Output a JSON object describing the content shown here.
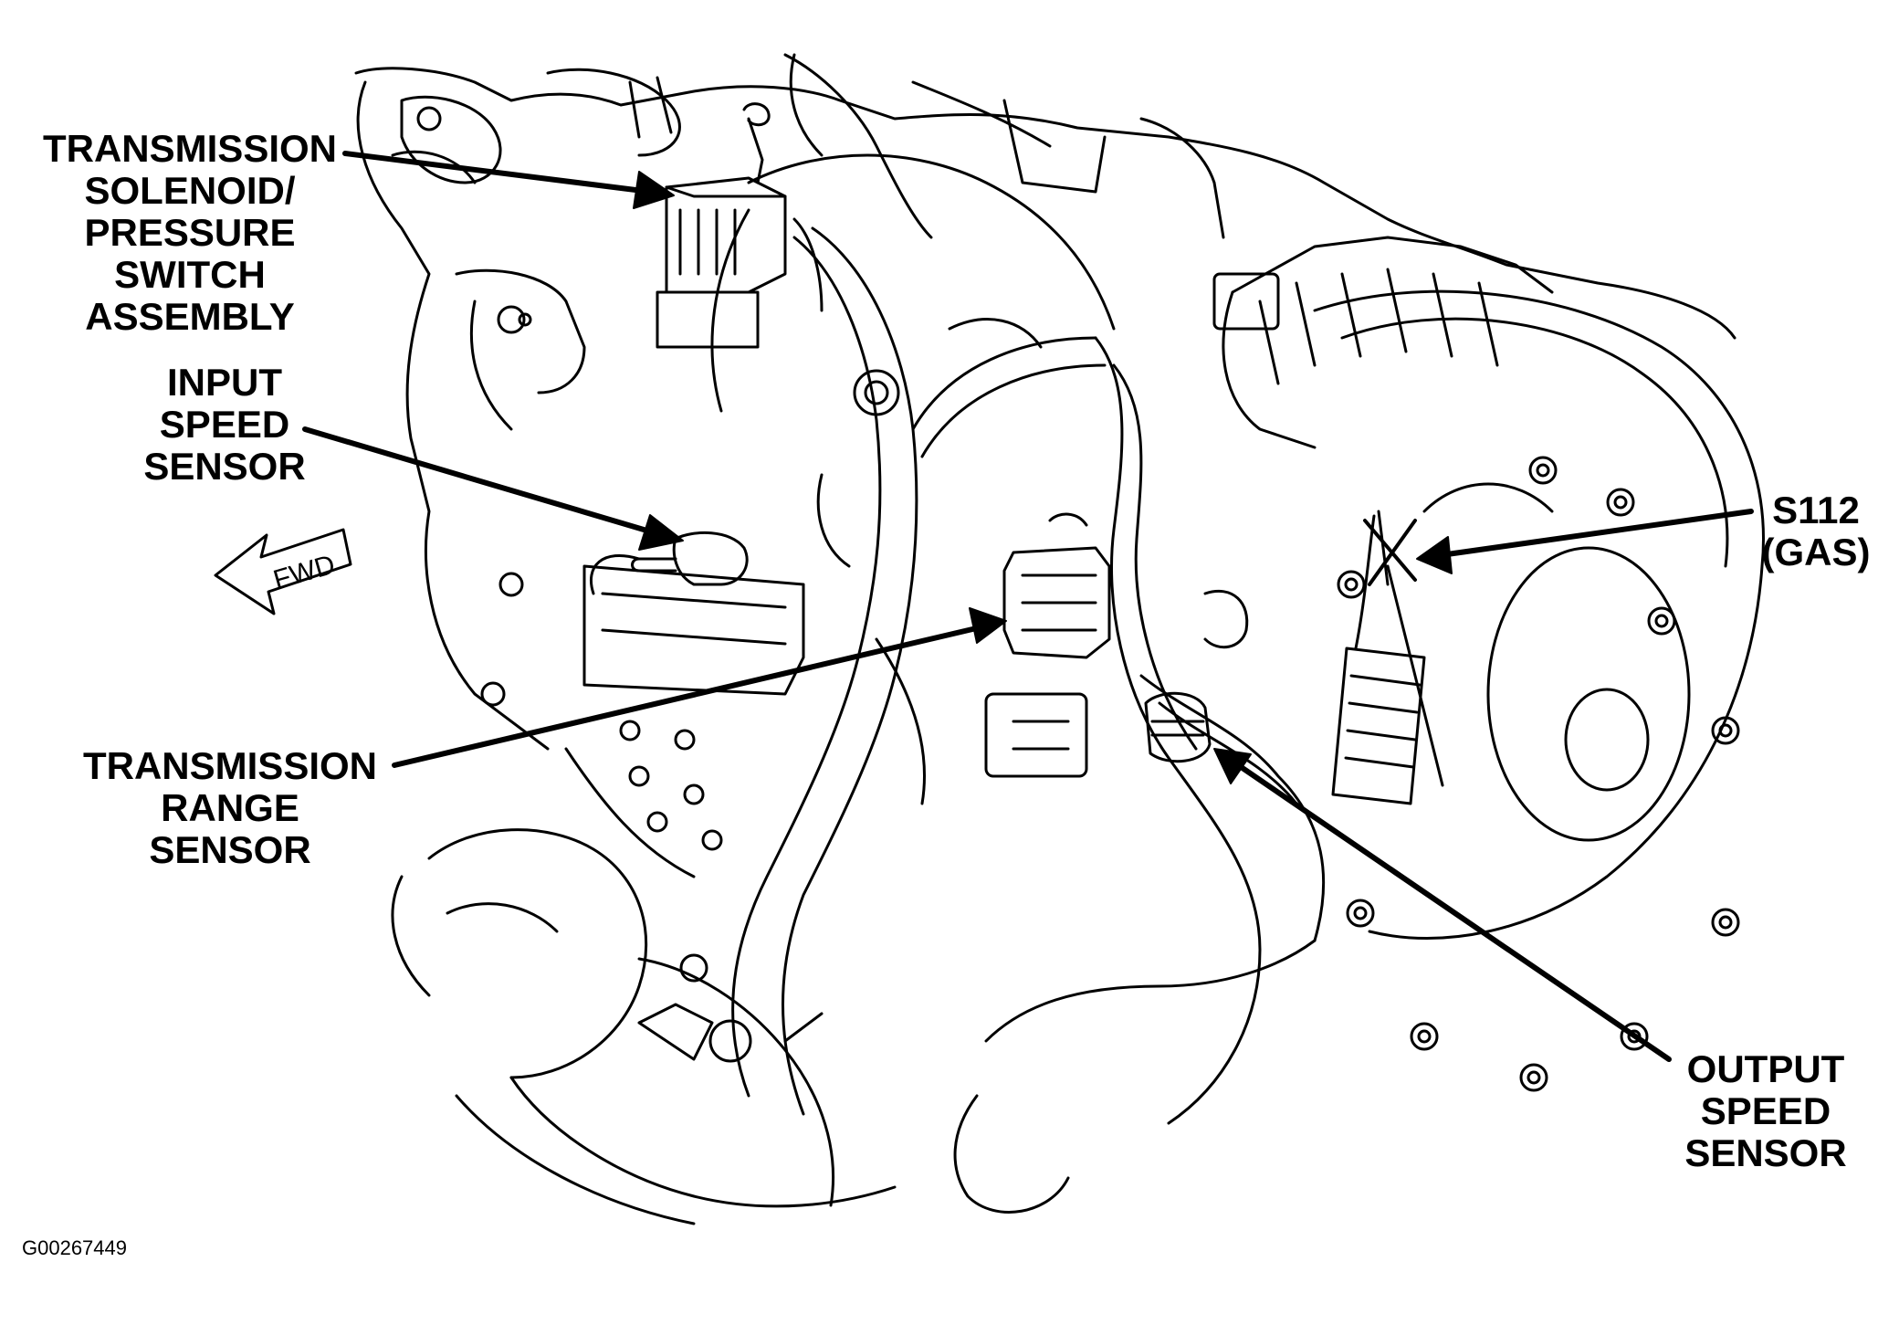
{
  "labels": {
    "solenoid": [
      "TRANSMISSION",
      "SOLENOID/",
      "PRESSURE",
      "SWITCH",
      "ASSEMBLY"
    ],
    "input_speed": [
      "INPUT",
      "SPEED",
      "SENSOR"
    ],
    "range_sensor": [
      "TRANSMISSION",
      "RANGE",
      "SENSOR"
    ],
    "s112": [
      "S112",
      "(GAS)"
    ],
    "output_speed": [
      "OUTPUT",
      "SPEED",
      "SENSOR"
    ]
  },
  "direction_marker": "FWD",
  "figure_id": "G00267449",
  "colors": {
    "ink": "#000000",
    "background": "#ffffff"
  }
}
